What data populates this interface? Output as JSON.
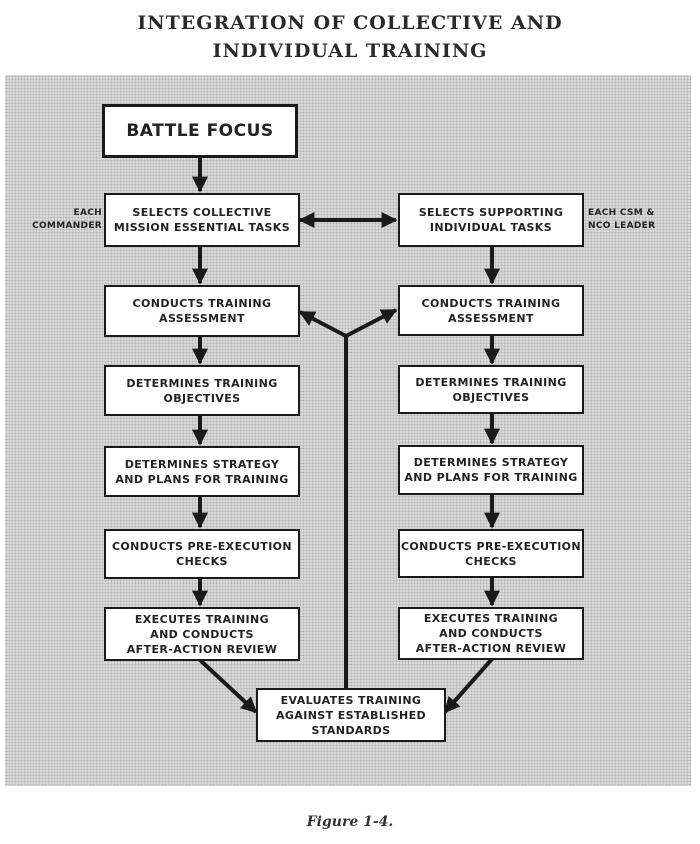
{
  "title_line1": "INTEGRATION OF COLLECTIVE AND",
  "title_line2": "INDIVIDUAL TRAINING",
  "left_actor": "EACH\nCOMMANDER",
  "right_actor": "EACH CSM &\nNCO LEADER",
  "top_box": "BATTLE FOCUS",
  "left_column": [
    "SELECTS COLLECTIVE\nMISSION ESSENTIAL TASKS",
    "CONDUCTS TRAINING\nASSESSMENT",
    "DETERMINES TRAINING\nOBJECTIVES",
    "DETERMINES STRATEGY\nAND PLANS FOR TRAINING",
    "CONDUCTS PRE-EXECUTION\nCHECKS",
    "EXECUTES TRAINING\nAND CONDUCTS\nAFTER-ACTION REVIEW"
  ],
  "right_column": [
    "SELECTS SUPPORTING\nINDIVIDUAL TASKS",
    "CONDUCTS TRAINING\nASSESSMENT",
    "DETERMINES TRAINING\nOBJECTIVES",
    "DETERMINES STRATEGY\nAND PLANS FOR TRAINING",
    "CONDUCTS PRE-EXECUTION\nCHECKS",
    "EXECUTES TRAINING\nAND CONDUCTS\nAFTER-ACTION REVIEW"
  ],
  "bottom_box": "EVALUATES TRAINING\nAGAINST ESTABLISHED\nSTANDARDS",
  "caption": "Figure 1-4."
}
